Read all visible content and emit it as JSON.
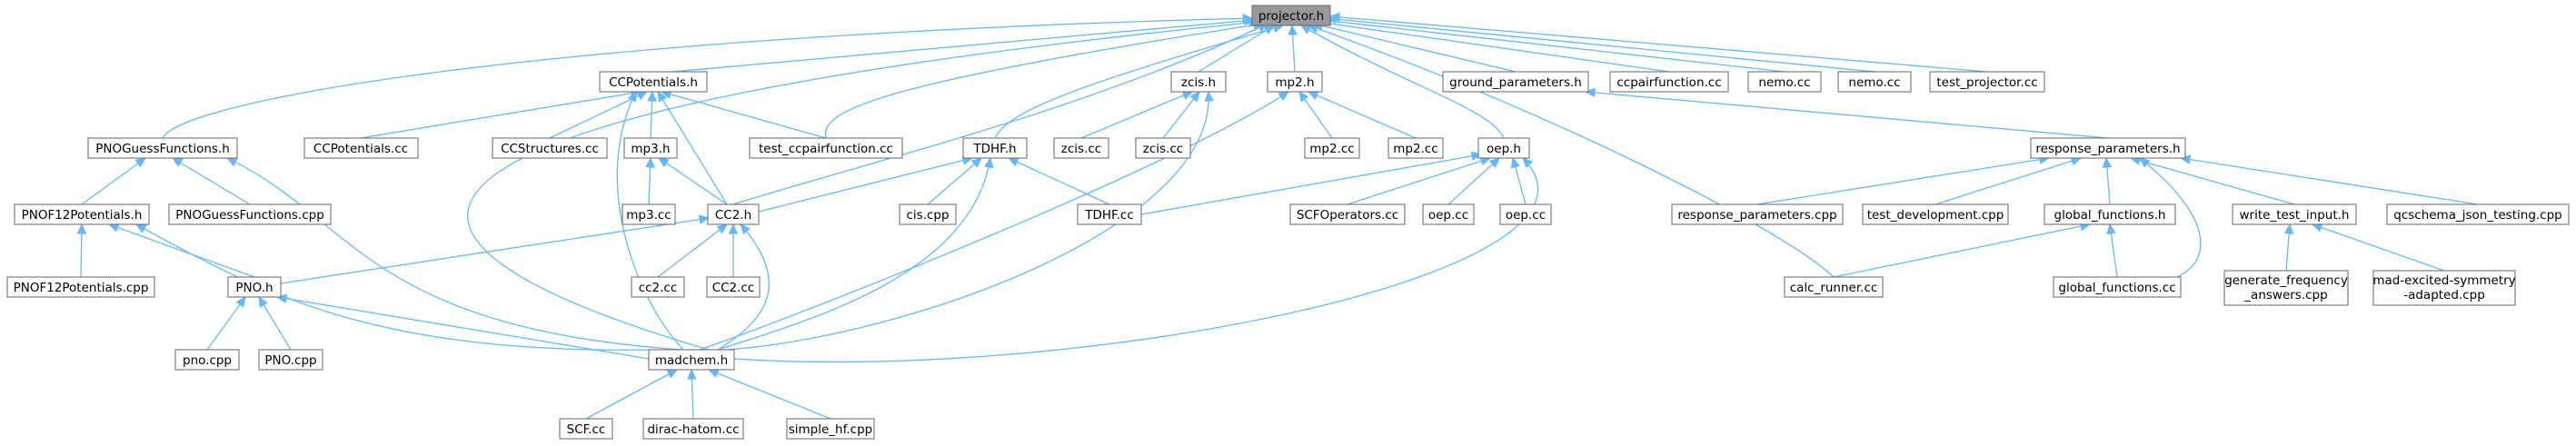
{
  "colors": {
    "edge": "#63b8ff",
    "root_fill": "#999999",
    "node_border": "#666666"
  },
  "nodes": {
    "projector_h": "projector.h",
    "pnoguess_h": "PNOGuessFunctions.h",
    "ccpot_h": "CCPotentials.h",
    "zcis_h": "zcis.h",
    "mp2_h": "mp2.h",
    "ground_h": "ground_parameters.h",
    "ccpairfunction_cc": "ccpairfunction.cc",
    "nemo_cc_1": "nemo.cc",
    "nemo_cc_2": "nemo.cc",
    "test_projector_cc": "test_projector.cc",
    "ccpot_cc": "CCPotentials.cc",
    "ccstruct_cc": "CCStructures.cc",
    "mp3_h": "mp3.h",
    "test_ccpair_cc": "test_ccpairfunction.cc",
    "tdhf_h": "TDHF.h",
    "zcis_cc_1": "zcis.cc",
    "zcis_cc_2": "zcis.cc",
    "mp2_cc_1": "mp2.cc",
    "mp2_cc_2": "mp2.cc",
    "oep_h": "oep.h",
    "respparam_h": "response_parameters.h",
    "pnof12_h": "PNOF12Potentials.h",
    "pnoguess_cpp": "PNOGuessFunctions.cpp",
    "mp3_cc": "mp3.cc",
    "cc2_h": "CC2.h",
    "cis_cpp": "cis.cpp",
    "tdhf_cc": "TDHF.cc",
    "scfop_cc": "SCFOperators.cc",
    "oep_cc_1": "oep.cc",
    "oep_cc_2": "oep.cc",
    "respparam_cpp": "response_parameters.cpp",
    "testdev_cpp": "test_development.cpp",
    "globalfn_h": "global_functions.h",
    "writetest_h": "write_test_input.h",
    "qcschema_cc": "qcschema_json_testing.cpp",
    "pnof12_cpp": "PNOF12Potentials.cpp",
    "pno_h": "PNO.h",
    "cc2_cc_1": "cc2.cc",
    "cc2_cc_2": "CC2.cc",
    "calcrunner_cc": "calc_runner.cc",
    "globalfn_cc": "global_functions.cc",
    "genfreq_cpp_l1": "generate_frequency",
    "genfreq_cpp_l2": "_answers.cpp",
    "madexc_cpp_l1": "mad-excited-symmetry",
    "madexc_cpp_l2": "-adapted.cpp",
    "pno_cpp_1": "pno.cpp",
    "pno_cpp_2": "PNO.cpp",
    "madchem_h": "madchem.h",
    "scf_cc": "SCF.cc",
    "dirac_cc": "dirac-hatom.cc",
    "simplehf_cpp": "simple_hf.cpp"
  }
}
